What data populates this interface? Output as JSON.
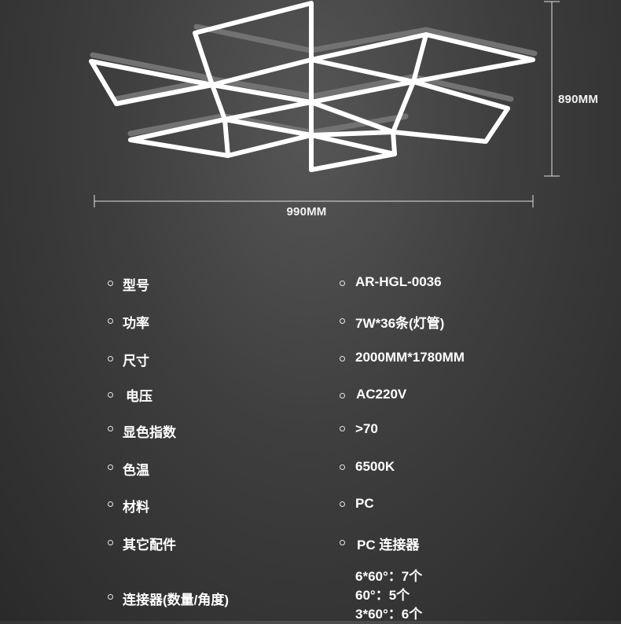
{
  "dimensions": {
    "width_label": "990MM",
    "height_label": "890MM"
  },
  "specs": [
    {
      "label": "型号",
      "value": "AR-HGL-0036"
    },
    {
      "label": "功率",
      "value": "7W*36条(灯管)"
    },
    {
      "label": "尺寸",
      "value": "2000MM*1780MM"
    },
    {
      "label": "电压",
      "value": "AC220V"
    },
    {
      "label": "显色指数",
      "value": ">70"
    },
    {
      "label": "色温",
      "value": "6500K"
    },
    {
      "label": "材料",
      "value": "PC"
    },
    {
      "label": "其它配件",
      "value": "PC 连接器"
    }
  ],
  "connector_spec": {
    "label": "连接器(数量/角度)",
    "values": [
      "6*60°：7个",
      "60°：5个",
      "3*60°：6个"
    ]
  },
  "colors": {
    "background": "#3e3e3e",
    "light_bar": "#ffffff",
    "shadow": "#6e6e6e"
  }
}
